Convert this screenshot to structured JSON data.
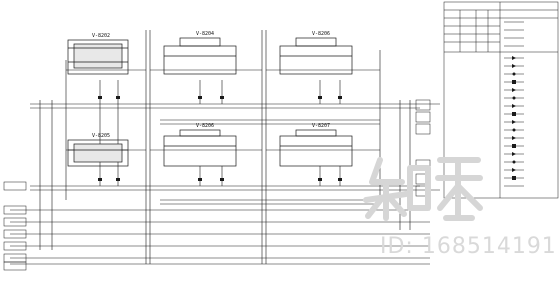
{
  "equipment": [
    {
      "id": "v1",
      "tag": "V-8202"
    },
    {
      "id": "v2",
      "tag": "V-8204"
    },
    {
      "id": "v3",
      "tag": "V-8206"
    },
    {
      "id": "v4",
      "tag": "V-8205"
    },
    {
      "id": "v5",
      "tag": "V-8206"
    },
    {
      "id": "v6",
      "tag": "V-8207"
    }
  ],
  "watermark": {
    "id_text": "ID: 168514191"
  },
  "colors": {
    "line": "#1a1a1a",
    "watermark": "#d6d6d6",
    "background": "#ffffff"
  }
}
